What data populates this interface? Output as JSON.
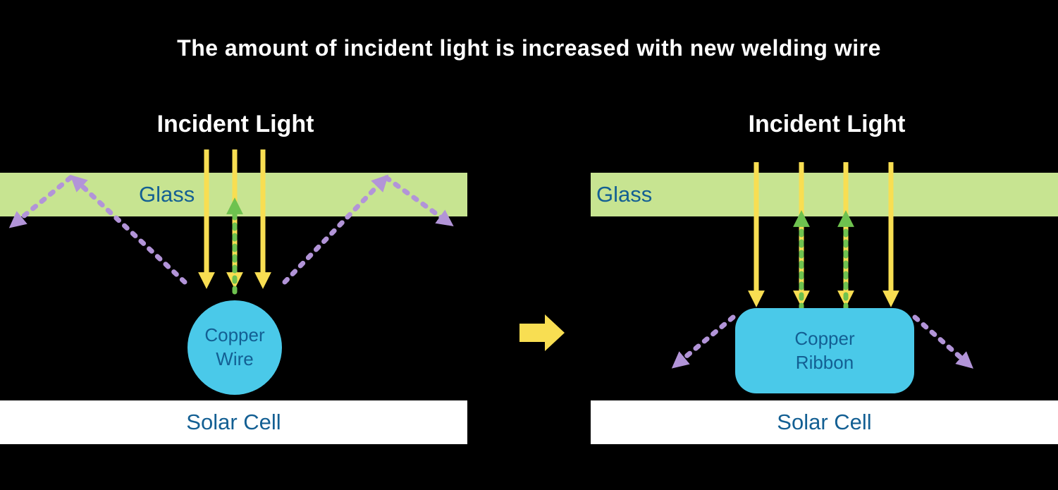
{
  "title": "The amount of incident light is increased with new welding wire",
  "colors": {
    "background": "#000000",
    "title_text": "#ffffff",
    "glass": "#c7e491",
    "solar_cell": "#ffffff",
    "copper": "#4ac9e9",
    "label_text": "#135f93",
    "incident_light": "#f8de52",
    "reflected_light": "#b294d8",
    "returned_light": "#6ec24f"
  },
  "left_panel": {
    "incident_light_label": "Incident Light",
    "glass_label": "Glass",
    "conductor_line1": "Copper",
    "conductor_line2": "Wire",
    "solar_cell_label": "Solar Cell"
  },
  "right_panel": {
    "incident_light_label": "Incident Light",
    "glass_label": "Glass",
    "conductor_line1": "Copper",
    "conductor_line2": "Ribbon",
    "solar_cell_label": "Solar Cell"
  }
}
